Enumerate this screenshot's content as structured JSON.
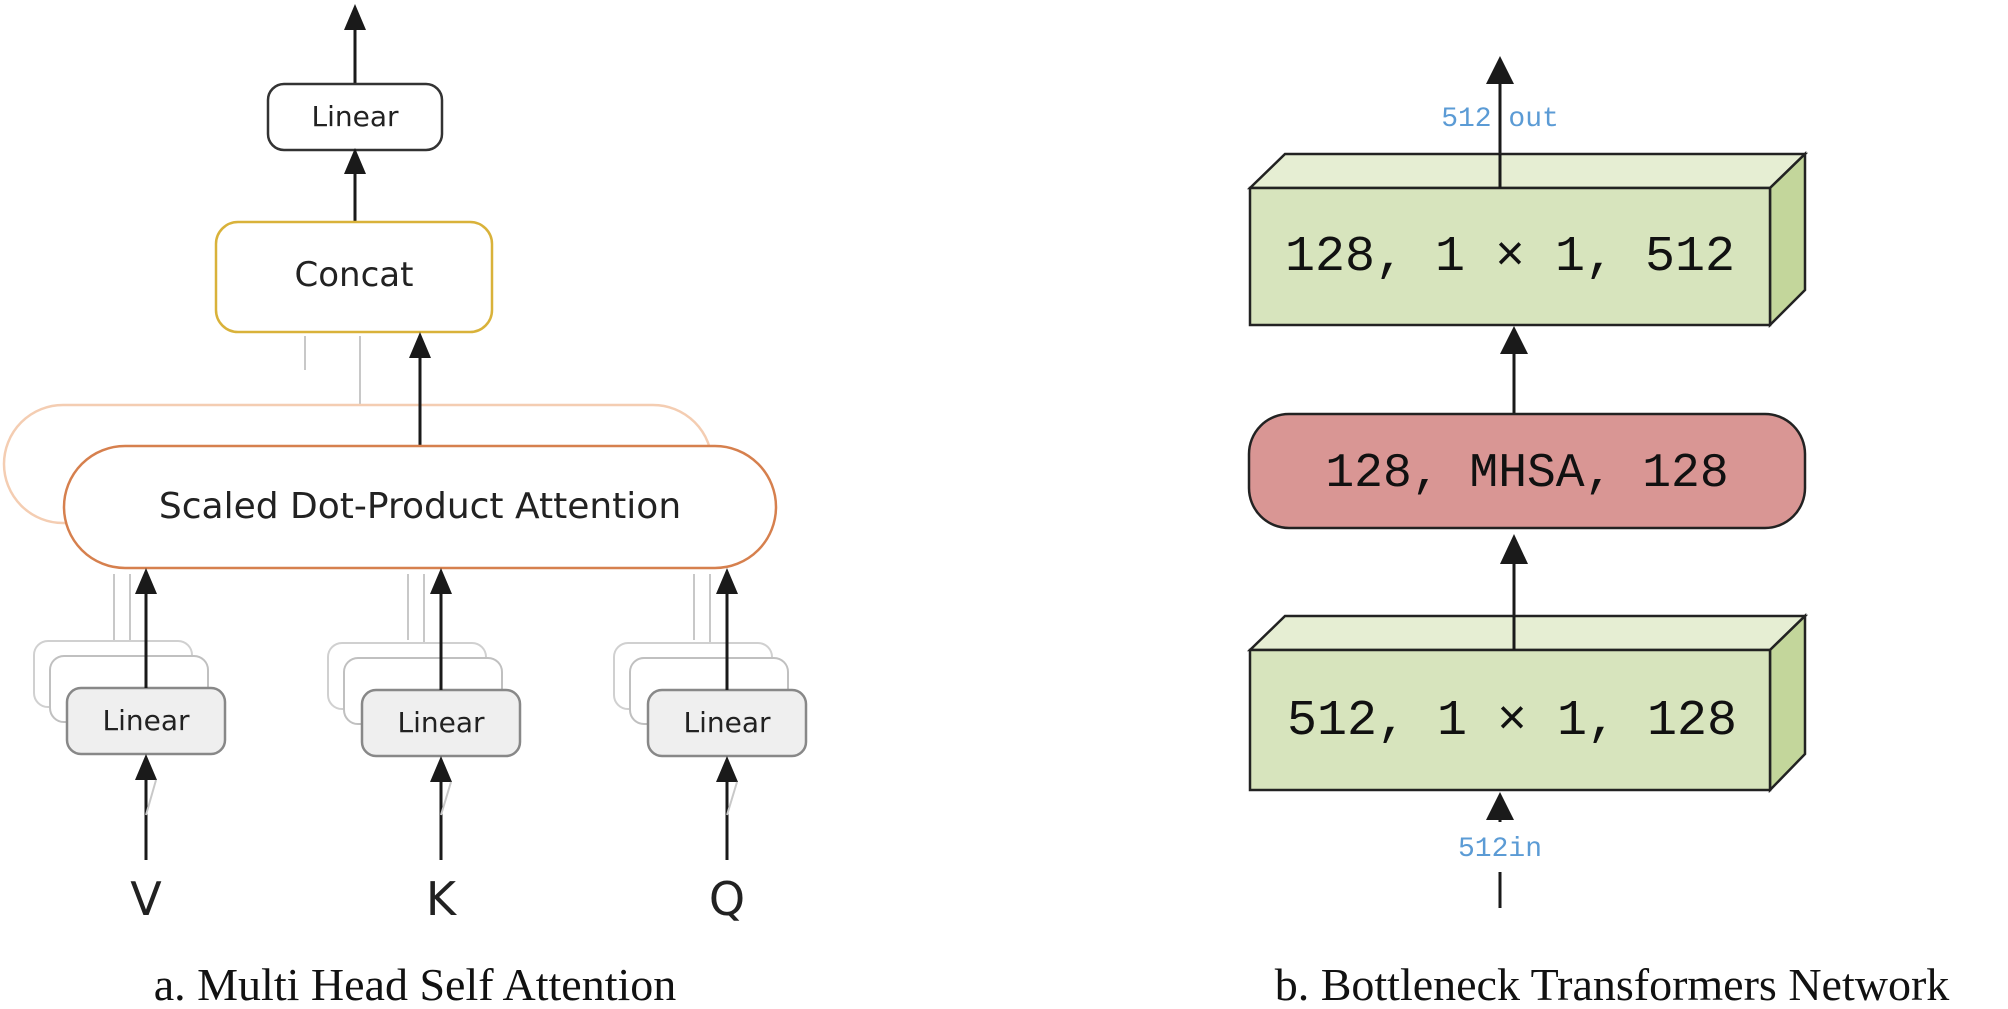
{
  "panel_a": {
    "caption": "a. Multi Head Self Attention",
    "output_linear": "Linear",
    "concat": "Concat",
    "attention": "Scaled Dot-Product Attention",
    "linear_v": "Linear",
    "linear_k": "Linear",
    "linear_q": "Linear",
    "input_v": "V",
    "input_k": "K",
    "input_q": "Q"
  },
  "panel_b": {
    "caption": "b. Bottleneck Transformers Network",
    "out_label": "512 out",
    "top_block": "128, 1 × 1, 512",
    "mhsa_block": "128, MHSA, 128",
    "bottom_block": "512, 1 × 1, 128",
    "in_label": "512in"
  },
  "colors": {
    "concat_border": "#d9b23a",
    "attention_border": "#d6804e",
    "attention_ghost": "#f4cdb2",
    "block_front": "#d7e4bd",
    "block_top": "#e6eed3",
    "block_side": "#c3d69b",
    "mhsa_fill": "#d99694",
    "label_blue": "#5b9bd5",
    "linear_fill": "#efefef"
  }
}
